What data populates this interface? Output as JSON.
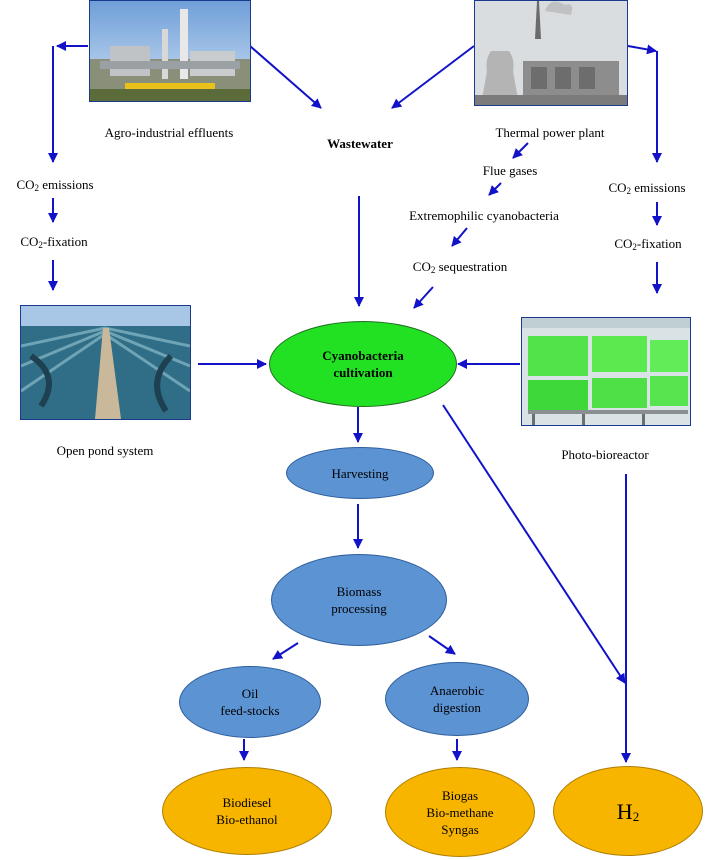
{
  "sources": {
    "agro": "Agro-industrial effluents",
    "wastewater": "Wastewater",
    "thermal": "Thermal power plant"
  },
  "left_branch": {
    "co2_prefix": "CO",
    "co2_sub": "2",
    "co2_suffix": " emissions",
    "fix_prefix": "CO",
    "fix_sub": "2",
    "fix_suffix": "-fixation"
  },
  "middle_branch": {
    "flue": "Flue gases",
    "extremo": "Extremophilic cyanobacteria",
    "seq_prefix": "CO",
    "seq_sub": "2",
    "seq_suffix": " sequestration"
  },
  "right_branch": {
    "co2_prefix": "CO",
    "co2_sub": "2",
    "co2_suffix": " emissions",
    "fix_prefix": "CO",
    "fix_sub": "2",
    "fix_suffix": "-fixation"
  },
  "systems": {
    "open_pond": "Open pond system",
    "photo_bioreactor": "Photo-bioreactor"
  },
  "nodes": {
    "cultivation_line1": "Cyanobacteria",
    "cultivation_line2": "cultivation",
    "harvesting": "Harvesting",
    "biomass_line1": "Biomass",
    "biomass_line2": "processing",
    "oil_line1": "Oil",
    "oil_line2": "feed-stocks",
    "anaerobic_line1": "Anaerobic",
    "anaerobic_line2": "digestion"
  },
  "products": {
    "biofuel_line1": "Biodiesel",
    "biofuel_line2": "Bio-ethanol",
    "biogas_line1": "Biogas",
    "biogas_line2": "Bio-methane",
    "biogas_line3": "Syngas",
    "h2_prefix": "H",
    "h2_sub": "2"
  },
  "colors": {
    "arrow": "#1212c8",
    "cultivation": "#22e022",
    "process": "#5b93d3",
    "product": "#f7b500"
  }
}
